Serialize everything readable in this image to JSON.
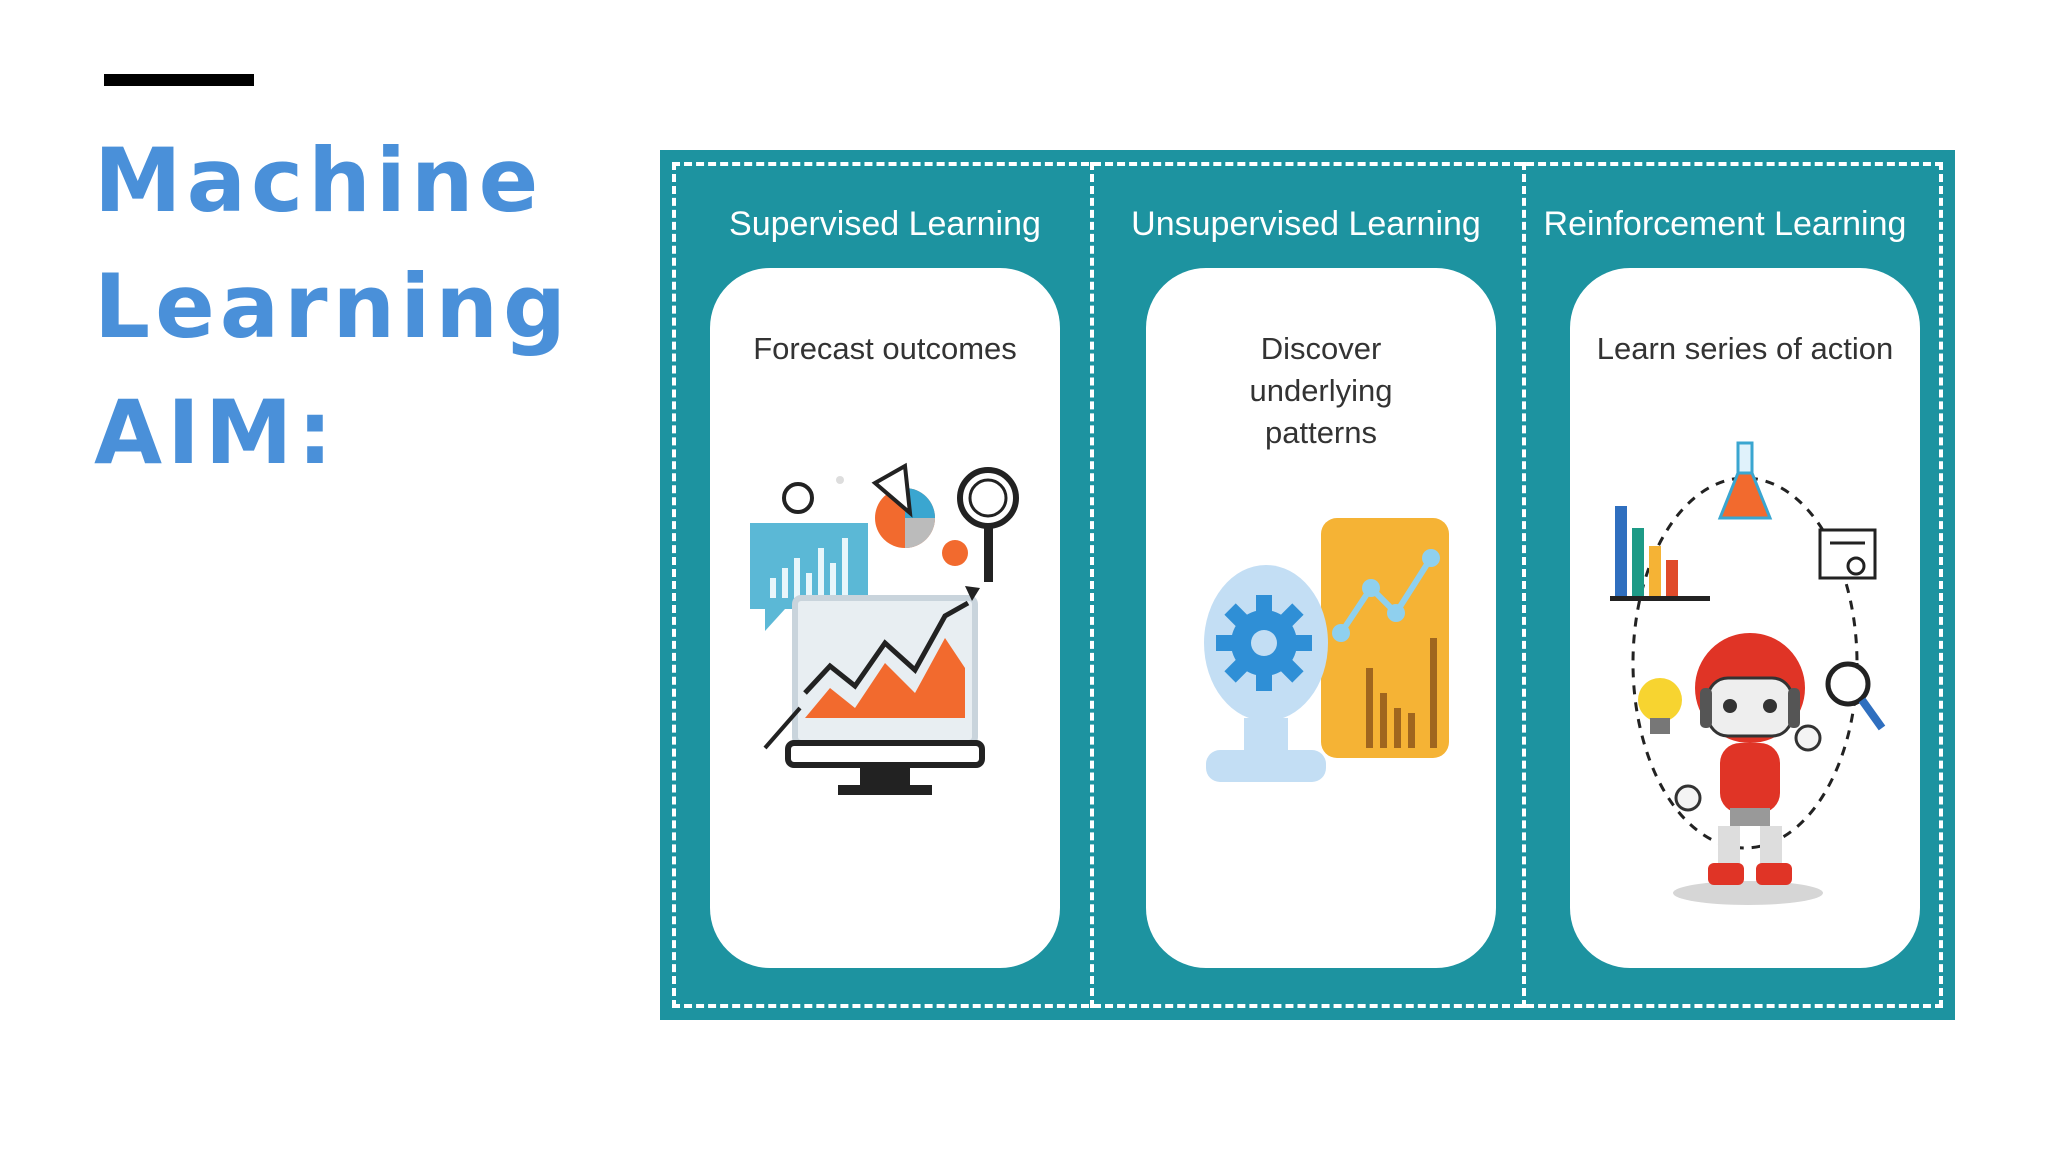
{
  "slide": {
    "title_lines": [
      "Machine",
      "Learning",
      "AIM:"
    ]
  },
  "diagram": {
    "columns": [
      {
        "heading": "Supervised Learning",
        "caption": "Forecast outcomes",
        "icon": "chart-monitor-icon"
      },
      {
        "heading": "Unsupervised Learning",
        "caption": "Discover underlying patterns",
        "icon": "gear-pattern-icon"
      },
      {
        "heading": "Reinforcement Learning",
        "caption": "Learn series of action",
        "icon": "robot-icon"
      }
    ]
  },
  "colors": {
    "title": "#4a90d9",
    "panel": "#1d93a0",
    "card": "#ffffff"
  }
}
